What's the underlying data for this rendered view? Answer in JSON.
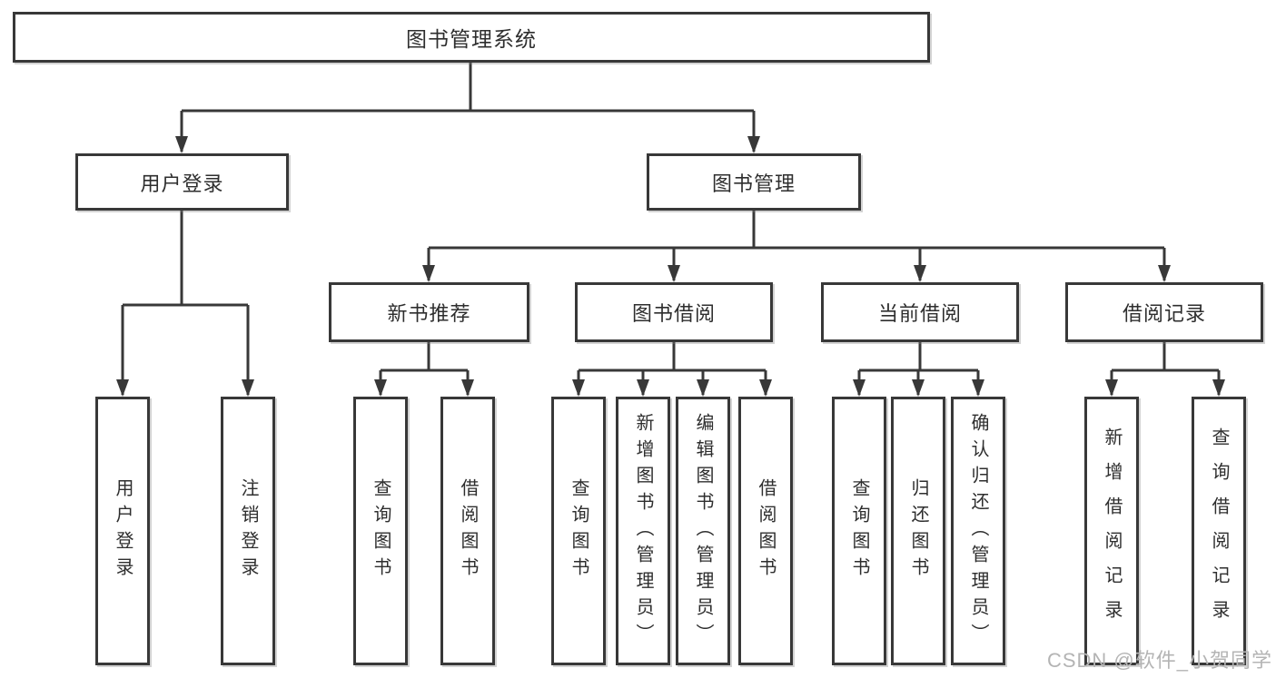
{
  "diagram": {
    "root": {
      "label": "图书管理系统",
      "children": [
        {
          "label": "用户登录",
          "children": [
            {
              "label": "用户登录"
            },
            {
              "label": "注销登录"
            }
          ]
        },
        {
          "label": "图书管理",
          "children": [
            {
              "label": "新书推荐",
              "children": [
                {
                  "label": "查询图书"
                },
                {
                  "label": "借阅图书"
                }
              ]
            },
            {
              "label": "图书借阅",
              "children": [
                {
                  "label": "查询图书"
                },
                {
                  "label": "新增图书（管理员）"
                },
                {
                  "label": "编辑图书（管理员）"
                },
                {
                  "label": "借阅图书"
                }
              ]
            },
            {
              "label": "当前借阅",
              "children": [
                {
                  "label": "查询图书"
                },
                {
                  "label": "归还图书"
                },
                {
                  "label": "确认归还（管理员）"
                }
              ]
            },
            {
              "label": "借阅记录",
              "children": [
                {
                  "label": "新增借阅记录"
                },
                {
                  "label": "查询借阅记录"
                }
              ]
            }
          ]
        }
      ]
    }
  },
  "watermark": "CSDN @软件_小贺同学",
  "colors": {
    "line": "#383838",
    "box_border": "#383838",
    "text": "#2e2e2e",
    "watermark": "#b4b4b4",
    "background": "#ffffff"
  }
}
